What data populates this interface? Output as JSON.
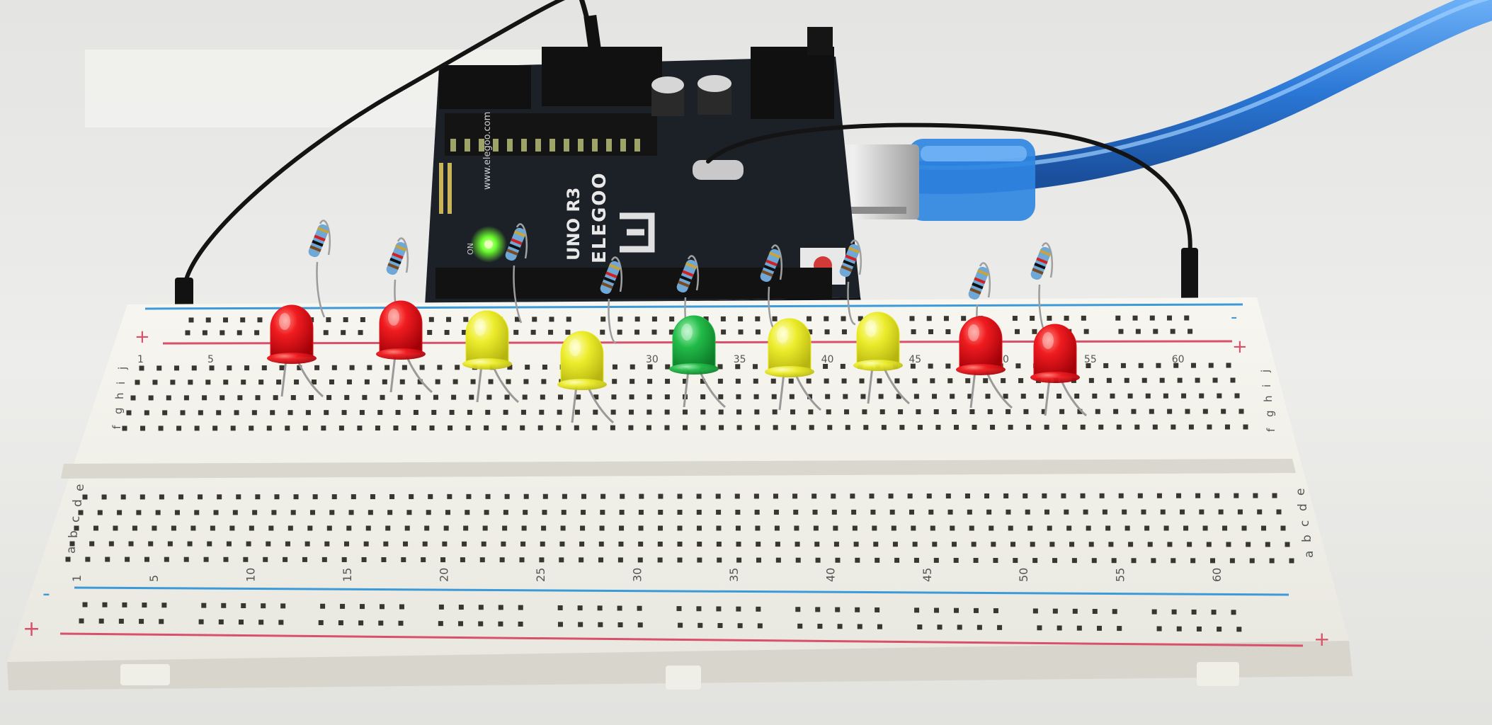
{
  "scene": {
    "background": "#ebebe8",
    "board": {
      "brand": "ELEGOO",
      "model": "UNO R3",
      "url": "www.elegoo.com",
      "power_label": "ON",
      "power_led_color": "#5cff2a"
    },
    "breadboard": {
      "plus_sign": "+",
      "minus_sign": "-",
      "row_letters_upper": [
        "j",
        "i",
        "h",
        "g",
        "f"
      ],
      "row_letters_lower": [
        "e",
        "d",
        "c",
        "b",
        "a"
      ],
      "column_numbers": [
        "1",
        "5",
        "10",
        "15",
        "20",
        "25",
        "30",
        "35",
        "40",
        "45",
        "50",
        "55",
        "60"
      ],
      "upper_visible_numbers": [
        "1",
        "5",
        "30",
        "35",
        "40",
        "45",
        "50",
        "55",
        "60"
      ]
    },
    "leds": [
      {
        "color": "red"
      },
      {
        "color": "red"
      },
      {
        "color": "yellow"
      },
      {
        "color": "yellow"
      },
      {
        "color": "green"
      },
      {
        "color": "yellow"
      },
      {
        "color": "yellow"
      },
      {
        "color": "red"
      },
      {
        "color": "red"
      }
    ],
    "palette": {
      "red": "#e8121a",
      "yellow": "#eaea20",
      "green": "#21b845",
      "usb_cable": "#2a78d8",
      "pcb": "#1d2128"
    }
  }
}
